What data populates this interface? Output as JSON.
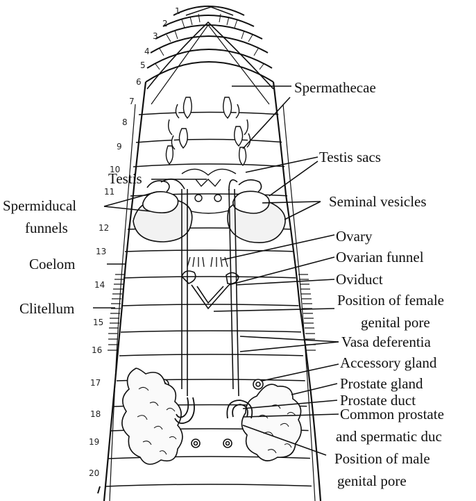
{
  "segment_numbers": [
    "1",
    "2",
    "3",
    "4",
    "5",
    "6",
    "7",
    "8",
    "9",
    "10",
    "11",
    "12",
    "13",
    "14",
    "15",
    "16",
    "17",
    "18",
    "19",
    "20"
  ],
  "labels": {
    "spermathecae": "Spermathecae",
    "testis_sacs": "Testis sacs",
    "testis": "Testis",
    "spermiducal_funnels_1": "Spermiducal",
    "spermiducal_funnels_2": "funnels",
    "seminal_vesicles": "Seminal vesicles",
    "ovary": "Ovary",
    "coelom": "Coelom",
    "ovarian_funnel": "Ovarian funnel",
    "oviduct": "Oviduct",
    "clitellum": "Clitellum",
    "female_pore_1": "Position of female",
    "female_pore_2": "genital pore",
    "vasa_deferentia": "Vasa deferentia",
    "accessory_gland": "Accessory gland",
    "prostate_gland": "Prostate gland",
    "prostate_duct": "Prostate duct",
    "common_duct_1": "Common prostate",
    "common_duct_2": "and spermatic duc",
    "male_pore_1": "Position of male",
    "male_pore_2": "genital pore"
  }
}
